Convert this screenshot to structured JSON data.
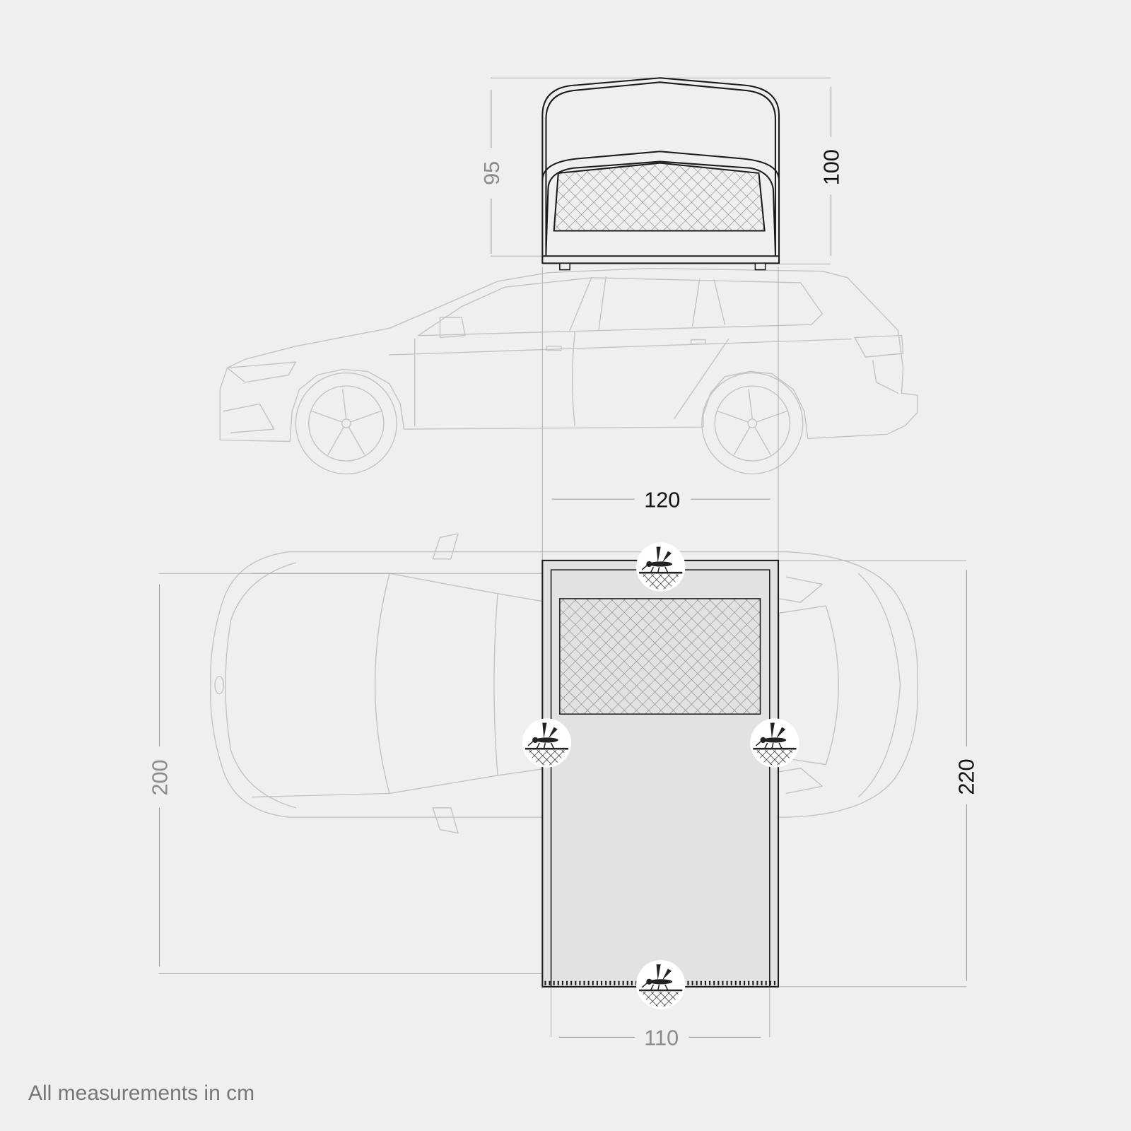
{
  "dimensions": {
    "tent_height_inner": "95",
    "tent_height_outer": "100",
    "tent_width_top": "120",
    "car_length_section": "200",
    "tent_length": "220",
    "tent_width_bottom": "110"
  },
  "footnote": "All measurements in cm",
  "icons": [
    "mosquito-net-icon"
  ],
  "colors": {
    "background": "#efefef",
    "tent_stroke": "#1a1a1a",
    "car_stroke": "#c4c4c4",
    "tent_floor": "#e2e2e2"
  }
}
